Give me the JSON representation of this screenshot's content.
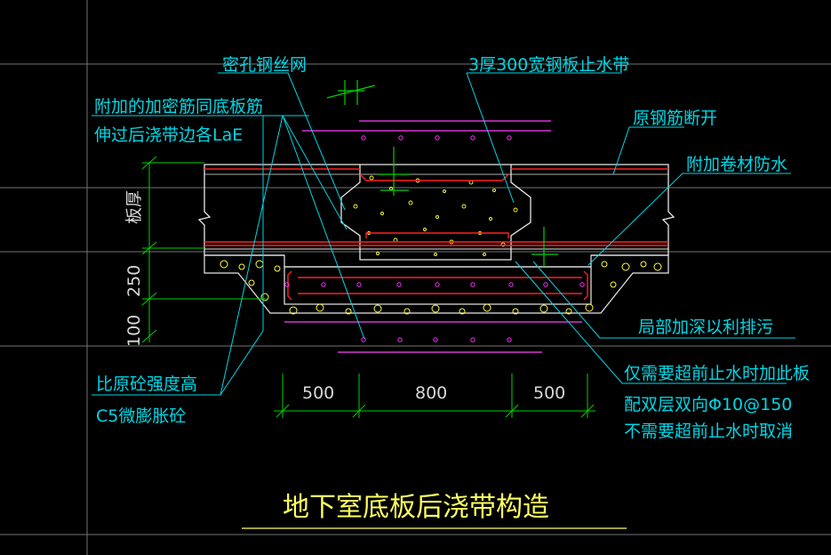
{
  "colors": {
    "background": "#000000",
    "grid": "#9a9a9a",
    "leader": "#00d7e6",
    "label_text": "#00d7e6",
    "title_text": "#ffff60",
    "dimension": "#00d200",
    "dimension_text": "#d8d8d8",
    "slab_outline": "#e8e8e8",
    "rebar": "#ff2020",
    "rebar_dot": "#ff30ff",
    "magenta_line": "#ff40ff",
    "aggregate": "#ffff40",
    "cyan_line": "#00ffff"
  },
  "labels": {
    "steel_mesh": "密孔钢丝网",
    "waterstop": "3厚300宽钢板止水带",
    "extra_rebar_line1": "附加的加密筋同底板筋",
    "extra_rebar_line2": "伸过后浇带边各LaE",
    "rebar_cut": "原钢筋断开",
    "membrane": "附加卷材防水",
    "deepen": "局部加深以利排污",
    "extra_slab_line1": "仅需要超前止水时加此板",
    "extra_slab_line2": "配双层双向Φ10@150",
    "extra_slab_line3": "不需要超前止水时取消",
    "concrete_line1": "比原砼强度高",
    "concrete_line2": "C5微膨胀砼"
  },
  "dimensions": {
    "slab_thickness": "板厚",
    "d250": "250",
    "d100": "100",
    "w500_left": "500",
    "w800": "800",
    "w500_right": "500"
  },
  "title": "地下室底板后浇带构造"
}
